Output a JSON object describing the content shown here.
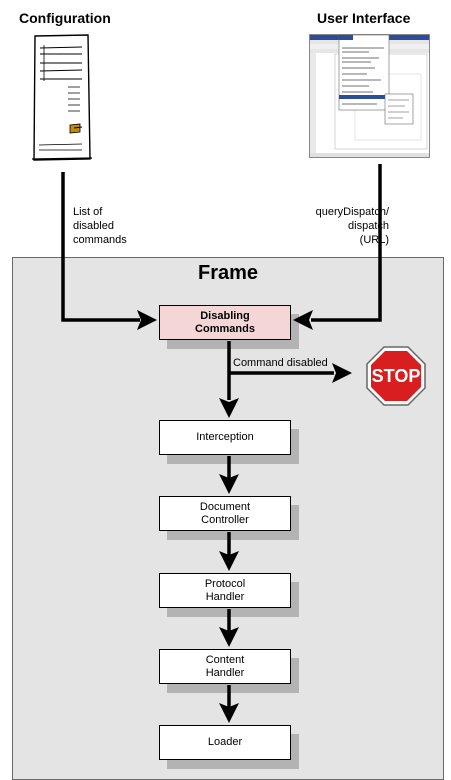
{
  "headings": {
    "configuration": "Configuration",
    "user_interface": "User Interface"
  },
  "labels": {
    "config_arrow": "List of\ndisabled\ncommands",
    "ui_arrow": "queryDispatch/\ndispatch\n(URL)",
    "command_disabled": "Command disabled"
  },
  "frame": {
    "title": "Frame"
  },
  "boxes": {
    "disabling": "Disabling\nCommands",
    "interception": "Interception",
    "document_controller": "Document\nController",
    "protocol_handler": "Protocol\nHandler",
    "content_handler": "Content\nHandler",
    "loader": "Loader"
  },
  "stop_sign": {
    "text": "STOP",
    "color": "#d81e1e"
  },
  "colors": {
    "frame_bg": "#e4e4e4",
    "highlight_box": "#f5d6d6",
    "shadow": "#b3b3b3"
  },
  "icons": [
    "server-tower-icon",
    "application-window-icon",
    "stop-sign-icon"
  ]
}
